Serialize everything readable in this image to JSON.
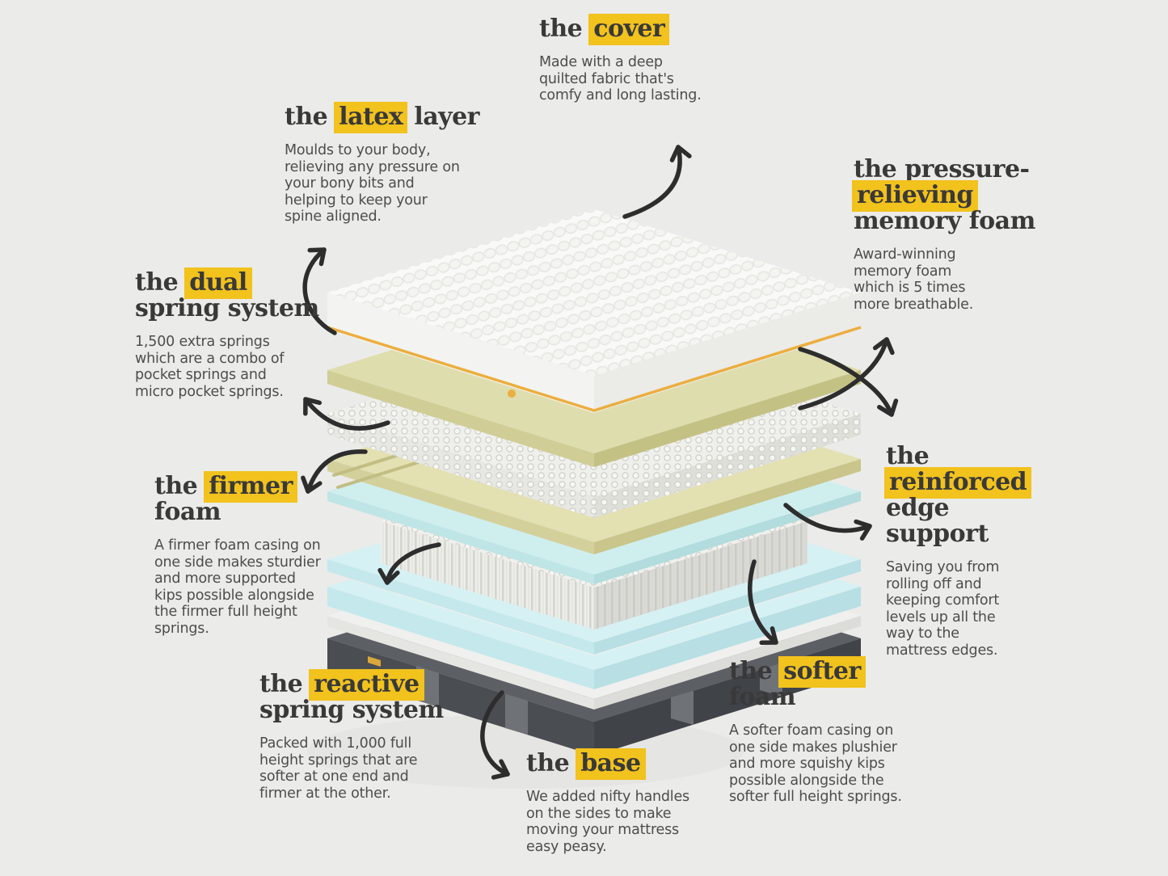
{
  "colors": {
    "background": "#ebebe9",
    "highlight": "#f2c21d",
    "title_text": "#393939",
    "body_text": "#4d4d4d",
    "arrow": "#2d2d2d"
  },
  "labels": {
    "cover": {
      "title": [
        [
          {
            "t": "the ",
            "hl": false
          },
          {
            "t": "cover",
            "hl": true
          }
        ]
      ],
      "body": "Made with a deep\nquilted fabric that's\ncomfy and long lasting."
    },
    "latex": {
      "title": [
        [
          {
            "t": "the ",
            "hl": false
          },
          {
            "t": "latex",
            "hl": true
          },
          {
            "t": " layer",
            "hl": false
          }
        ]
      ],
      "body": "Moulds to your body,\nrelieving any pressure on\nyour bony bits and\nhelping to keep your\nspine aligned."
    },
    "pressure": {
      "title": [
        [
          {
            "t": "the pressure-",
            "hl": false
          }
        ],
        [
          {
            "t": "relieving",
            "hl": true
          }
        ],
        [
          {
            "t": "memory foam",
            "hl": false
          }
        ]
      ],
      "body": "Award-winning\nmemory foam\nwhich is 5 times\nmore breathable."
    },
    "dual": {
      "title": [
        [
          {
            "t": "the ",
            "hl": false
          },
          {
            "t": "dual",
            "hl": true
          }
        ],
        [
          {
            "t": "spring system",
            "hl": false
          }
        ]
      ],
      "body": "1,500 extra springs\nwhich are a combo of\npocket springs and\nmicro pocket springs."
    },
    "firmer": {
      "title": [
        [
          {
            "t": "the ",
            "hl": false
          },
          {
            "t": "firmer",
            "hl": true
          }
        ],
        [
          {
            "t": "foam",
            "hl": false
          }
        ]
      ],
      "body": "A firmer foam casing on\none side makes sturdier\nand more supported\nkips possible alongside\nthe firmer full height\nsprings."
    },
    "reinforced": {
      "title": [
        [
          {
            "t": "the",
            "hl": false
          }
        ],
        [
          {
            "t": "reinforced",
            "hl": true
          }
        ],
        [
          {
            "t": "edge",
            "hl": false
          }
        ],
        [
          {
            "t": "support",
            "hl": false
          }
        ]
      ],
      "body": "Saving you from\nrolling off and\nkeeping comfort\nlevels up all the\nway to the\nmattress edges."
    },
    "reactive": {
      "title": [
        [
          {
            "t": "the ",
            "hl": false
          },
          {
            "t": "reactive",
            "hl": true
          }
        ],
        [
          {
            "t": "spring system",
            "hl": false
          }
        ]
      ],
      "body": "Packed with 1,000 full\nheight springs that are\nsofter at one end and\nfirmer at the other."
    },
    "base": {
      "title": [
        [
          {
            "t": "the ",
            "hl": false
          },
          {
            "t": "base",
            "hl": true
          }
        ]
      ],
      "body": "We added nifty handles\non the sides to make\nmoving your mattress\neasy peasy."
    },
    "softer": {
      "title": [
        [
          {
            "t": "the ",
            "hl": false
          },
          {
            "t": "softer",
            "hl": true
          }
        ],
        [
          {
            "t": "foam",
            "hl": false
          }
        ]
      ],
      "body": "A softer foam casing on\none side makes plushier\nand more squishy kips\npossible alongside the\nsofter full height springs."
    }
  },
  "diagram": {
    "layers": {
      "cover": {
        "name": "quilted cover",
        "top": "#f9f9f7",
        "left": "#f3f3f1",
        "right": "#ebebe8",
        "trim": "#ecae3e"
      },
      "latex": {
        "name": "latex layer",
        "top": "#deddad",
        "left": "#d0cd96",
        "right": "#c4c184"
      },
      "micro": {
        "name": "micro pocket springs",
        "top": "#efefec",
        "left": "#e7e7e3",
        "right": "#dfdfda"
      },
      "mfoam": {
        "name": "memory foam",
        "top": "#e3e0b2",
        "left": "#d4d09b",
        "right": "#c9c58b",
        "groove": "#c2bd83",
        "vent": "#b5b078"
      },
      "blue": {
        "name": "comfort foam",
        "top": "#cfeeee",
        "left": "#bfe5e6",
        "right": "#b2dcde"
      },
      "springs": {
        "name": "full height pocket springs",
        "top": "#f0f0ed",
        "left": "#ededea",
        "right": "#e4e4e0"
      },
      "frame": {
        "name": "edge support foam",
        "top": "#d6f1f3",
        "left": "#c4e8ec",
        "right": "#b7dfe4"
      },
      "baseslab": {
        "name": "base slab",
        "top": "#f0f0ee",
        "left": "#e5e5e2",
        "right": "#dcdcd9"
      },
      "base": {
        "name": "fabric base",
        "top": "#5c5f64",
        "left": "#4a4d52",
        "right": "#404348",
        "strap": "#6f7277"
      }
    }
  }
}
